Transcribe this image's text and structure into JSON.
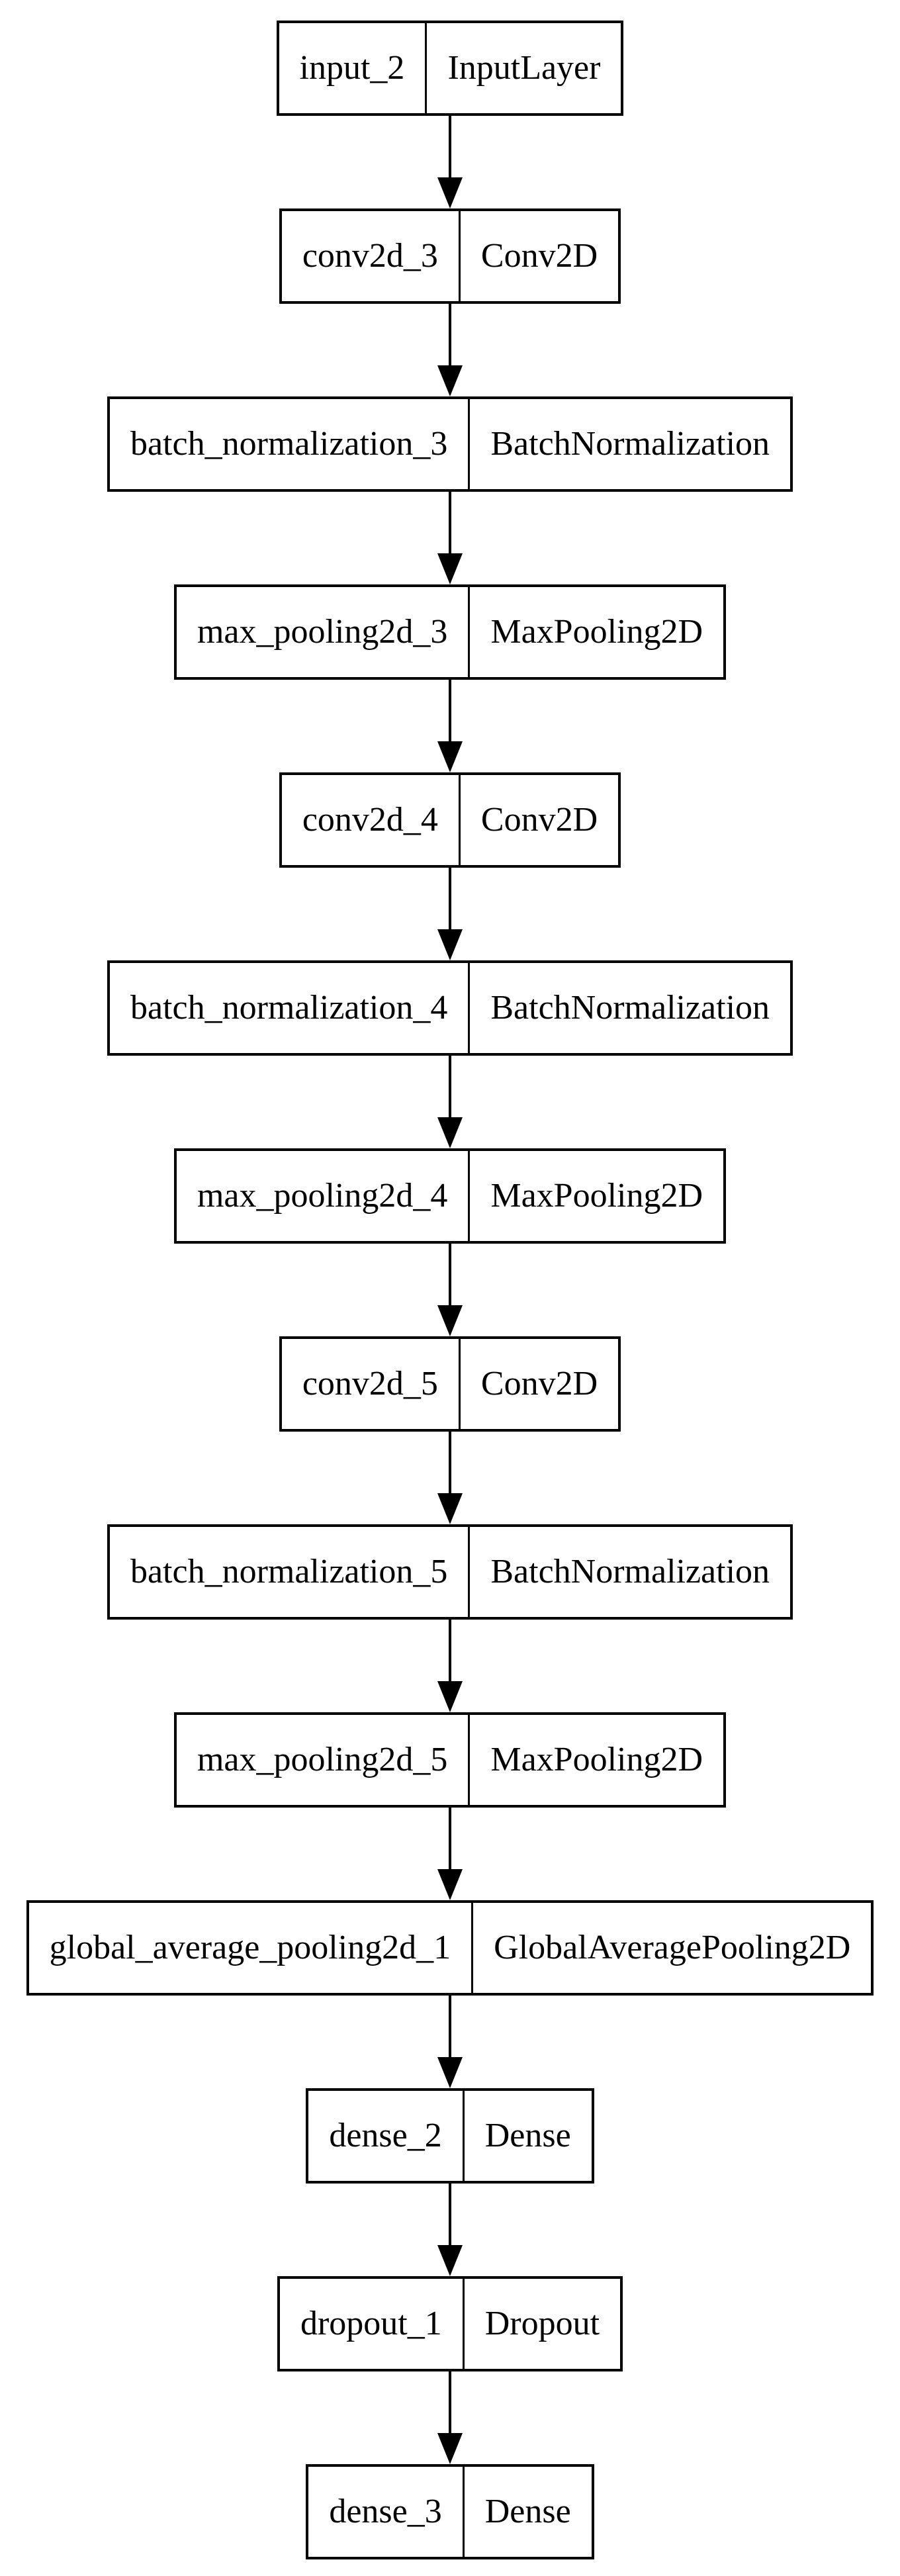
{
  "diagram": {
    "background_color": "#ffffff",
    "box_border_color": "#000000",
    "text_color": "#000000",
    "arrow_color": "#000000",
    "layers": [
      {
        "name": "input_2",
        "type": "InputLayer"
      },
      {
        "name": "conv2d_3",
        "type": "Conv2D"
      },
      {
        "name": "batch_normalization_3",
        "type": "BatchNormalization"
      },
      {
        "name": "max_pooling2d_3",
        "type": "MaxPooling2D"
      },
      {
        "name": "conv2d_4",
        "type": "Conv2D"
      },
      {
        "name": "batch_normalization_4",
        "type": "BatchNormalization"
      },
      {
        "name": "max_pooling2d_4",
        "type": "MaxPooling2D"
      },
      {
        "name": "conv2d_5",
        "type": "Conv2D"
      },
      {
        "name": "batch_normalization_5",
        "type": "BatchNormalization"
      },
      {
        "name": "max_pooling2d_5",
        "type": "MaxPooling2D"
      },
      {
        "name": "global_average_pooling2d_1",
        "type": "GlobalAveragePooling2D"
      },
      {
        "name": "dense_2",
        "type": "Dense"
      },
      {
        "name": "dropout_1",
        "type": "Dropout"
      },
      {
        "name": "dense_3",
        "type": "Dense"
      }
    ]
  }
}
